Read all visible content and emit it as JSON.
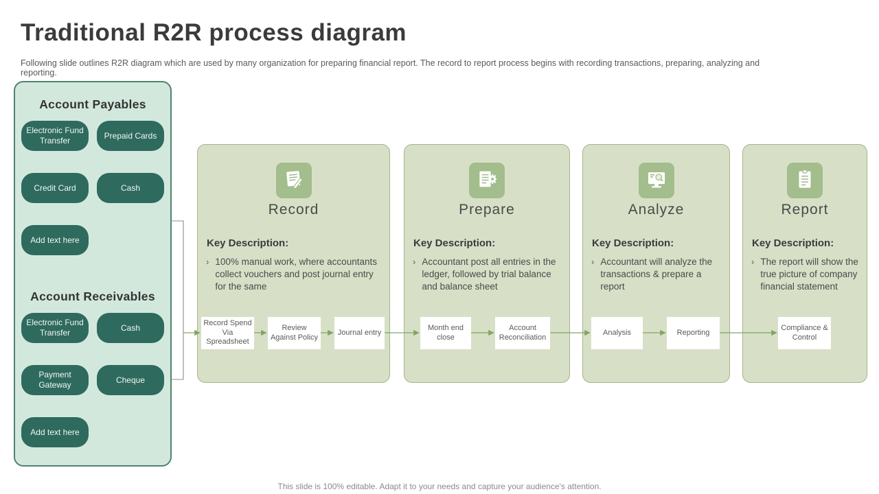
{
  "slide": {
    "title": "Traditional R2R process diagram",
    "subtitle": "Following slide outlines R2R diagram which are used by many organization for preparing financial report. The record to report process begins with recording transactions, preparing, analyzing and reporting.",
    "footer": "This slide is 100% editable. Adapt it to your needs and capture your audience's attention.",
    "bullet_char": "›",
    "key_description_label": "Key Description:"
  },
  "left_panel": {
    "payables": {
      "heading": "Account Payables",
      "items": [
        "Electronic Fund Transfer",
        "Prepaid Cards",
        "Credit Card",
        "Cash",
        "Add text here"
      ]
    },
    "receivables": {
      "heading": "Account Receivables",
      "items": [
        "Electronic Fund Transfer",
        "Cash",
        "Payment Gateway",
        "Cheque",
        "Add text here"
      ]
    }
  },
  "columns": [
    {
      "title": "Record",
      "icon": "note-pencil-icon",
      "description": "100% manual work, where accountants collect vouchers and post journal entry for the same",
      "steps": [
        "Record Spend Via Spreadsheet",
        "Review Against Policy",
        "Journal entry"
      ]
    },
    {
      "title": "Prepare",
      "icon": "document-gear-icon",
      "description": "Accountant post all entries in the ledger, followed by trial balance and balance sheet",
      "steps": [
        "Month end close",
        "Account Reconciliation"
      ]
    },
    {
      "title": "Analyze",
      "icon": "monitor-search-icon",
      "description": "Accountant will analyze the transactions & prepare a report",
      "steps": [
        "Analysis",
        "Reporting"
      ]
    },
    {
      "title": "Report",
      "icon": "clipboard-icon",
      "description": "The report will show the true picture of company financial statement",
      "steps": [
        "Compliance & Control"
      ]
    }
  ],
  "colors": {
    "pill_green": "#2e6a5e",
    "panel_mint": "#d3e8dd",
    "panel_border": "#4f8273",
    "column_sage": "#d7e0c7",
    "column_border": "#a3b489",
    "icon_tile_green": "#a3bd8c",
    "arrow_green": "#84a463",
    "bracket_gray": "#8c8c8c"
  }
}
